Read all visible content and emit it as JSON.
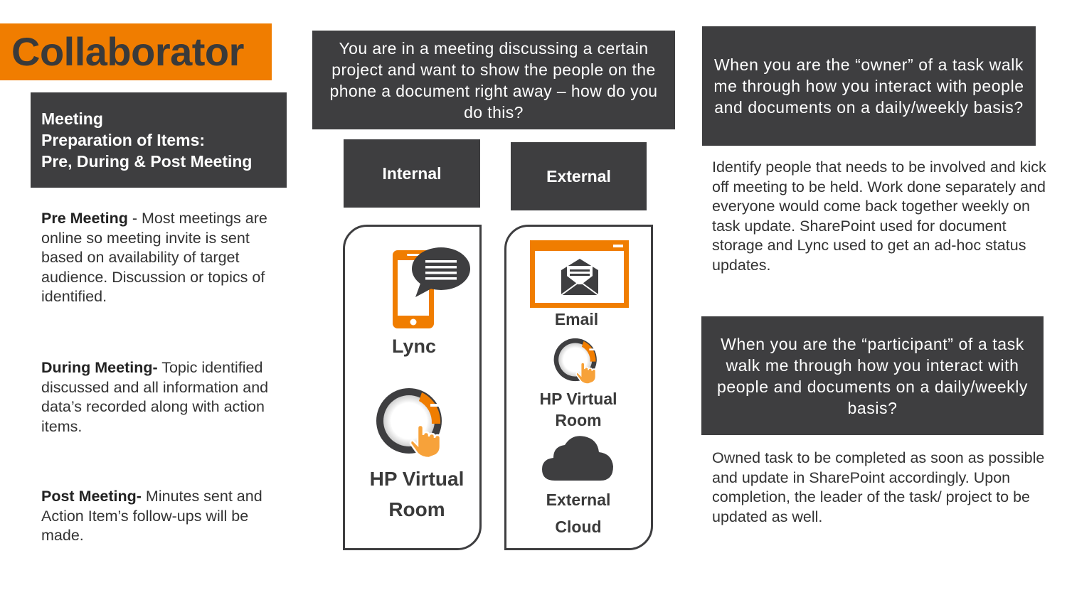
{
  "title": "Collaborator",
  "meeting_box": {
    "line1": "Meeting",
    "line2": "Preparation of Items:",
    "line3": "Pre, During & Post Meeting"
  },
  "pre_meeting": {
    "heading": "Pre Meeting",
    "text": " - Most meetings are online so meeting invite is sent based on availability of target audience. Discussion or topics of identified."
  },
  "during_meeting": {
    "heading": "During Meeting-",
    "text": " Topic identified discussed and all information and data’s recorded along with action items."
  },
  "post_meeting": {
    "heading": "Post Meeting-",
    "text": " Minutes sent and Action Item’s follow-ups will be made."
  },
  "center_question": "You are in a meeting discussing a certain project and want to show the people on the phone a document right away – how do you do this?",
  "internal": {
    "label": "Internal",
    "lync": "Lync",
    "hp_line1": "HP Virtual",
    "hp_line2": "Room"
  },
  "external": {
    "label": "External",
    "email": "Email",
    "hp_line1": "HP Virtual",
    "hp_line2": "Room",
    "cloud_line1": "External",
    "cloud_line2": "Cloud"
  },
  "owner_question": "When you are the “owner” of a task walk me through how you interact with people and documents on a daily/weekly basis?",
  "owner_answer": "Identify people that needs to be involved  and kick off meeting to be held.  Work done separately and everyone would come back together weekly on task update.  SharePoint used for document storage and Lync used to get an ad-hoc status updates.",
  "participant_question": "When you are the “participant” of a task walk me through how you interact with people and documents on a daily/weekly basis?",
  "participant_answer": "Owned task to be completed as soon as possible and update in SharePoint accordingly. Upon completion, the leader of the task/ project to be updated as well.",
  "colors": {
    "accent": "#F07D00",
    "dark": "#3E3E40"
  },
  "icons": [
    "phone-chat-icon",
    "hp-virtual-room-icon",
    "email-window-icon",
    "cloud-icon",
    "pointer-hand-icon"
  ]
}
